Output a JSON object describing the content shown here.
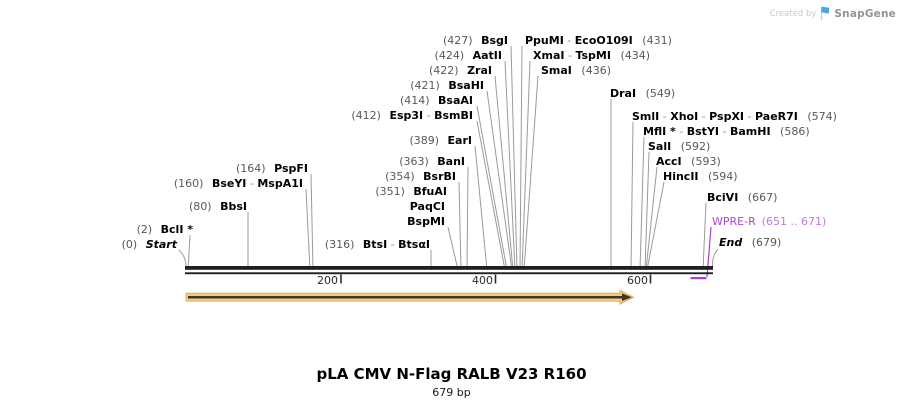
{
  "attribution": {
    "created_by": "Created by",
    "brand": "SnapGene"
  },
  "plasmid": {
    "title": "pLA CMV N-Flag RALB V23 R160",
    "length_label": "679 bp"
  },
  "ruler": {
    "ticks": [
      "200",
      "400",
      "600"
    ]
  },
  "colors": {
    "sequence_bar": "#1f1f1f",
    "connector": "#9a9a9a",
    "feature_purple": "#AC3FCE",
    "arrow_outer": "#F5CA80",
    "arrow_inner": "#3E362A"
  },
  "sites": {
    "start": {
      "bp": 0,
      "segments": [
        {
          "t": "(0) ",
          "c": "num"
        },
        {
          "t": "Start",
          "c": "terminus"
        }
      ]
    },
    "bcli": {
      "bp": 2,
      "segments": [
        {
          "t": "(2) ",
          "c": "num"
        },
        {
          "t": "BclI *",
          "c": "name"
        }
      ]
    },
    "bbsi": {
      "bp": 80,
      "segments": [
        {
          "t": "(80) ",
          "c": "num"
        },
        {
          "t": "BbsI",
          "c": "name"
        }
      ]
    },
    "bseyi": {
      "bp": 160,
      "segments": [
        {
          "t": "(160) ",
          "c": "num"
        },
        {
          "t": "BseYI",
          "c": "name"
        },
        {
          "t": " - ",
          "c": "dash"
        },
        {
          "t": "MspA1I",
          "c": "name"
        }
      ]
    },
    "pspfi": {
      "bp": 164,
      "segments": [
        {
          "t": "(164) ",
          "c": "num"
        },
        {
          "t": "PspFI",
          "c": "name"
        }
      ]
    },
    "btsi": {
      "bp": 316,
      "segments": [
        {
          "t": "(316) ",
          "c": "num"
        },
        {
          "t": "BtsI",
          "c": "name"
        },
        {
          "t": " - ",
          "c": "dash"
        },
        {
          "t": "BtsαI",
          "c": "name"
        }
      ]
    },
    "bfuai": {
      "bp": 351,
      "segments": [
        {
          "t": "(351) ",
          "c": "num"
        },
        {
          "t": "BfuAI",
          "c": "name"
        }
      ]
    },
    "paqci": {
      "bp": 351,
      "segments": [
        {
          "t": "PaqCI",
          "c": "name"
        }
      ]
    },
    "bspmi": {
      "bp": 351,
      "segments": [
        {
          "t": "BspMI",
          "c": "name"
        }
      ]
    },
    "bsrbi": {
      "bp": 354,
      "segments": [
        {
          "t": "(354) ",
          "c": "num"
        },
        {
          "t": "BsrBI",
          "c": "name"
        }
      ]
    },
    "bani": {
      "bp": 363,
      "segments": [
        {
          "t": "(363) ",
          "c": "num"
        },
        {
          "t": "BanI",
          "c": "name"
        }
      ]
    },
    "ear": {
      "bp": 389,
      "segments": [
        {
          "t": "(389) ",
          "c": "num"
        },
        {
          "t": "EarI",
          "c": "name"
        }
      ]
    },
    "esp3i": {
      "bp": 412,
      "segments": [
        {
          "t": "(412) ",
          "c": "num"
        },
        {
          "t": "Esp3I",
          "c": "name"
        },
        {
          "t": " - ",
          "c": "dash"
        },
        {
          "t": "BsmBI",
          "c": "name"
        }
      ]
    },
    "bsaai": {
      "bp": 414,
      "segments": [
        {
          "t": "(414) ",
          "c": "num"
        },
        {
          "t": "BsaAI",
          "c": "name"
        }
      ]
    },
    "bsahi": {
      "bp": 421,
      "segments": [
        {
          "t": "(421) ",
          "c": "num"
        },
        {
          "t": "BsaHI",
          "c": "name"
        }
      ]
    },
    "zrai": {
      "bp": 422,
      "segments": [
        {
          "t": "(422) ",
          "c": "num"
        },
        {
          "t": "ZraI",
          "c": "name"
        }
      ]
    },
    "aatii": {
      "bp": 424,
      "segments": [
        {
          "t": "(424) ",
          "c": "num"
        },
        {
          "t": "AatII",
          "c": "name"
        }
      ]
    },
    "bsgi": {
      "bp": 427,
      "segments": [
        {
          "t": "(427) ",
          "c": "num"
        },
        {
          "t": "BsgI",
          "c": "name"
        }
      ]
    },
    "ppumi": {
      "bp": 431,
      "segments": [
        {
          "t": "PpuMI",
          "c": "name"
        },
        {
          "t": " - ",
          "c": "dash"
        },
        {
          "t": "EcoO109I",
          "c": "name"
        },
        {
          "t": " (431)",
          "c": "num"
        }
      ]
    },
    "xmai": {
      "bp": 434,
      "segments": [
        {
          "t": "XmaI",
          "c": "name"
        },
        {
          "t": " - ",
          "c": "dash"
        },
        {
          "t": "TspMI",
          "c": "name"
        },
        {
          "t": " (434)",
          "c": "num"
        }
      ]
    },
    "smai": {
      "bp": 436,
      "segments": [
        {
          "t": "SmaI",
          "c": "name"
        },
        {
          "t": " (436)",
          "c": "num"
        }
      ]
    },
    "drai": {
      "bp": 549,
      "segments": [
        {
          "t": "DraI",
          "c": "name"
        },
        {
          "t": " (549)",
          "c": "num"
        }
      ]
    },
    "smli": {
      "bp": 574,
      "segments": [
        {
          "t": "SmlI",
          "c": "name"
        },
        {
          "t": " - ",
          "c": "dash"
        },
        {
          "t": "XhoI",
          "c": "name"
        },
        {
          "t": " - ",
          "c": "dash"
        },
        {
          "t": "PspXI",
          "c": "name"
        },
        {
          "t": " - ",
          "c": "dash"
        },
        {
          "t": "PaeR7I",
          "c": "name"
        },
        {
          "t": " (574)",
          "c": "num"
        }
      ]
    },
    "mfli": {
      "bp": 586,
      "segments": [
        {
          "t": "MflI *",
          "c": "name"
        },
        {
          "t": " - ",
          "c": "dash"
        },
        {
          "t": "BstYI",
          "c": "name"
        },
        {
          "t": " - ",
          "c": "dash"
        },
        {
          "t": "BamHI",
          "c": "name"
        },
        {
          "t": " (586)",
          "c": "num"
        }
      ]
    },
    "sali": {
      "bp": 592,
      "segments": [
        {
          "t": "SalI",
          "c": "name"
        },
        {
          "t": " (592)",
          "c": "num"
        }
      ]
    },
    "acci": {
      "bp": 593,
      "segments": [
        {
          "t": "AccI",
          "c": "name"
        },
        {
          "t": " (593)",
          "c": "num"
        }
      ]
    },
    "hincii": {
      "bp": 594,
      "segments": [
        {
          "t": "HincII",
          "c": "name"
        },
        {
          "t": " (594)",
          "c": "num"
        }
      ]
    },
    "bcivi": {
      "bp": 667,
      "segments": [
        {
          "t": "BciVI",
          "c": "name"
        },
        {
          "t": " (667)",
          "c": "num"
        }
      ]
    },
    "wpre": {
      "range": "651 .. 671",
      "segments": [
        {
          "t": "WPRE-R",
          "c": "feature"
        },
        {
          "t": "(651 .. 671)",
          "c": "featnum"
        }
      ]
    },
    "end": {
      "bp": 679,
      "segments": [
        {
          "t": "End",
          "c": "terminus"
        },
        {
          "t": " (679)",
          "c": "num"
        }
      ]
    }
  }
}
